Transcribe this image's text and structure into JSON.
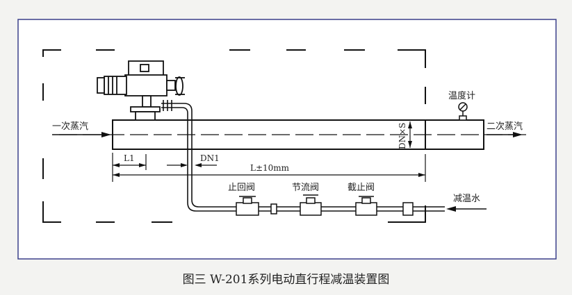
{
  "labels": {
    "primary_steam": "一次蒸汽",
    "secondary_steam": "二次蒸汽",
    "thermometer": "温度计",
    "cooling_water": "减温水",
    "check_valve": "止回阀",
    "throttle_valve": "节流阀",
    "stop_valve": "截止阀",
    "dim_l1": "L1",
    "dim_dn1": "DN1",
    "dim_l": "L±10mm",
    "dim_dn": "DN×S"
  },
  "caption": "图三 W-201系列电动直行程减温装置图",
  "colors": {
    "frame_border": "#3a3f8a",
    "line": "#111111",
    "background": "#f3f3f1"
  }
}
